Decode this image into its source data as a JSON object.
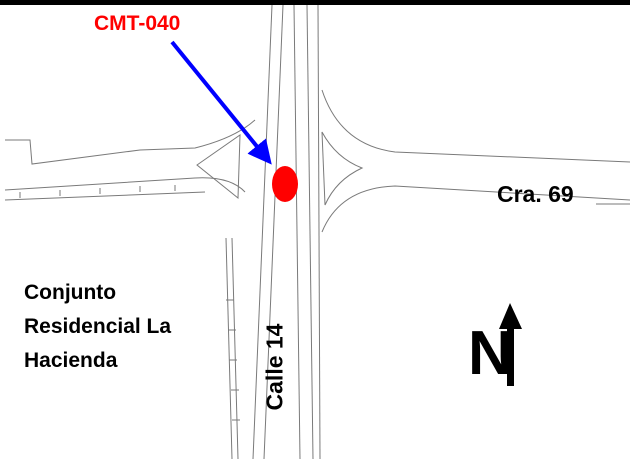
{
  "marker": {
    "label": "CMT-040",
    "color": "#ff0000"
  },
  "arrow_color": "#0000ff",
  "roads": {
    "east": "Cra. 69",
    "vertical": "Calle 14"
  },
  "area_label": {
    "lines": [
      "Conjunto",
      "Residencial La",
      "Hacienda"
    ]
  },
  "compass": {
    "letter": "N"
  },
  "colors": {
    "road_line": "#7a7a7a",
    "frame": "#000000",
    "text": "#000000"
  }
}
